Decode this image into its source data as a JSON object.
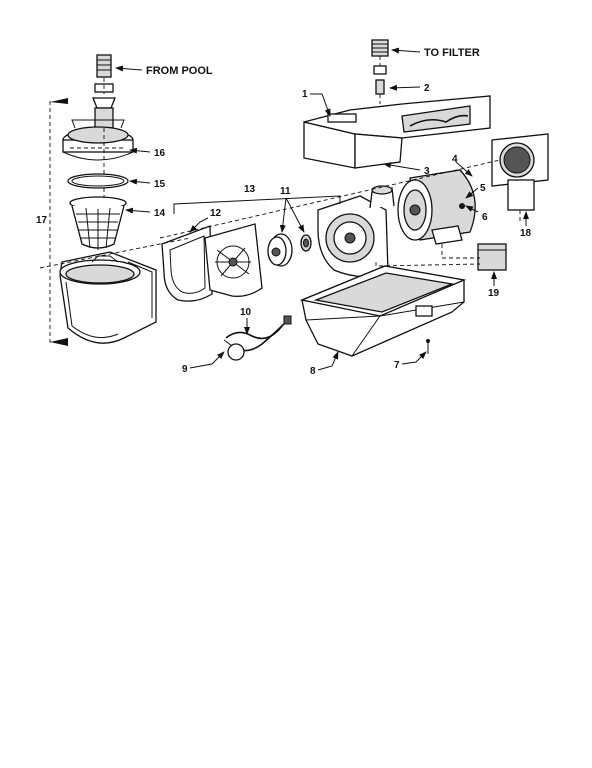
{
  "captions": {
    "from_pool": "FROM POOL",
    "to_filter": "TO FILTER"
  },
  "callouts": {
    "c1": "1",
    "c2": "2",
    "c3": "3",
    "c4": "4",
    "c5": "5",
    "c6": "6",
    "c7": "7",
    "c8": "8",
    "c9": "9",
    "c10": "10",
    "c11": "11",
    "c12": "12",
    "c13": "13",
    "c14": "14",
    "c15": "15",
    "c16": "16",
    "c17": "17",
    "c18": "18",
    "c19": "19"
  }
}
